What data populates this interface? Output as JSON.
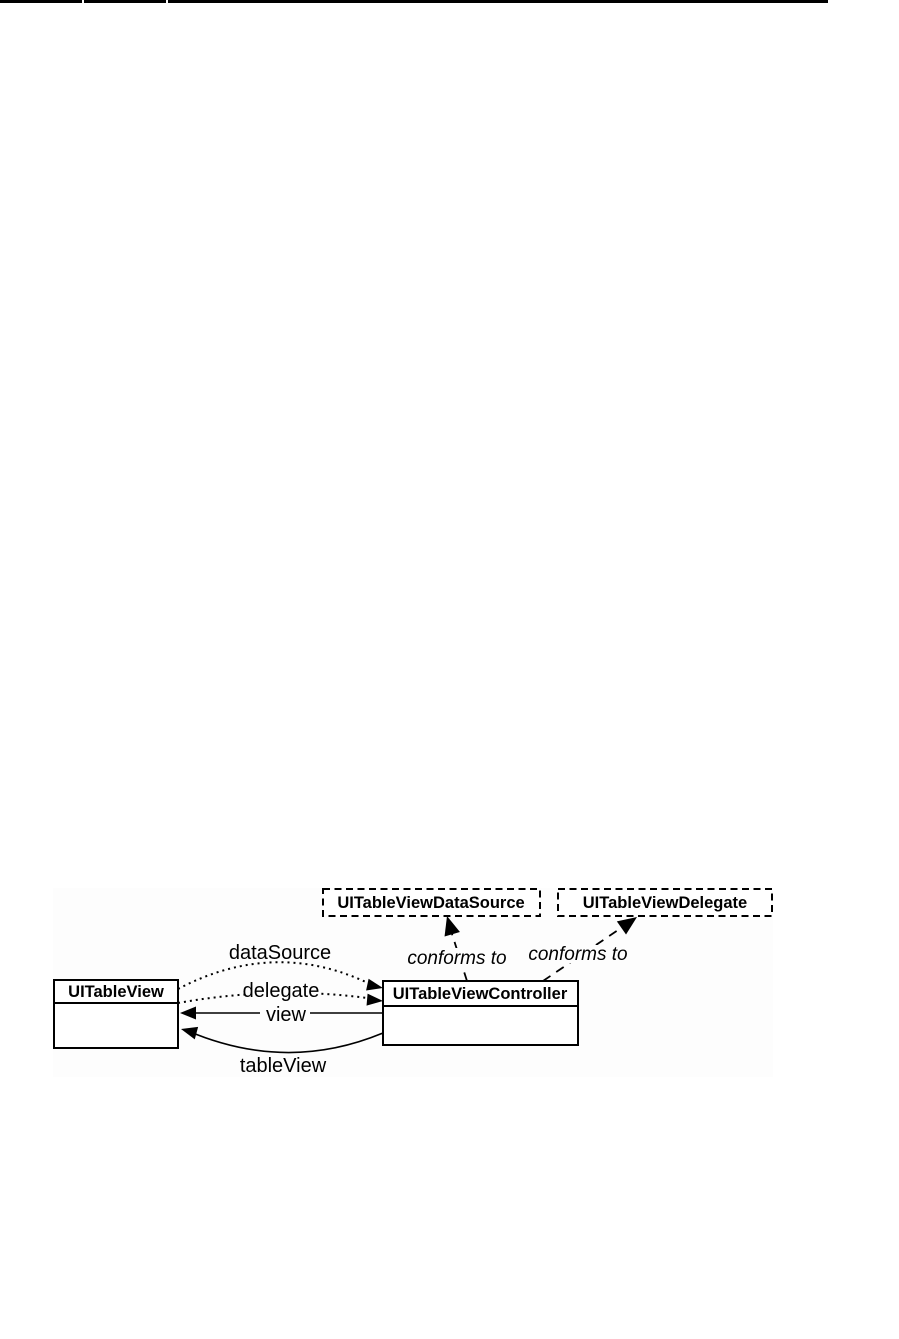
{
  "figure": {
    "classes": [
      {
        "title": "UITableView"
      },
      {
        "title": "UITableViewController"
      }
    ],
    "protocols": [
      {
        "title": "UITableViewDataSource"
      },
      {
        "title": "UITableViewDelegate"
      }
    ],
    "relations": [
      {
        "label": "dataSource",
        "type": "dotted-arrow",
        "from": "UITableView",
        "to": "UITableViewController"
      },
      {
        "label": "delegate",
        "type": "dotted-arrow",
        "from": "UITableView",
        "to": "UITableViewController"
      },
      {
        "label": "view",
        "type": "solid-arrow",
        "from": "UITableViewController",
        "to": "UITableView"
      },
      {
        "label": "tableView",
        "type": "solid-arrow",
        "from": "UITableViewController",
        "to": "UITableView"
      },
      {
        "label": "conforms to",
        "type": "dashed-realization",
        "from": "UITableViewController",
        "to": "UITableViewDataSource"
      },
      {
        "label": "conforms to",
        "type": "dashed-realization",
        "from": "UITableViewController",
        "to": "UITableViewDelegate"
      }
    ],
    "colors": {
      "ink": "#000000",
      "panel": "#fdfdfd",
      "page": "#ffffff"
    }
  }
}
